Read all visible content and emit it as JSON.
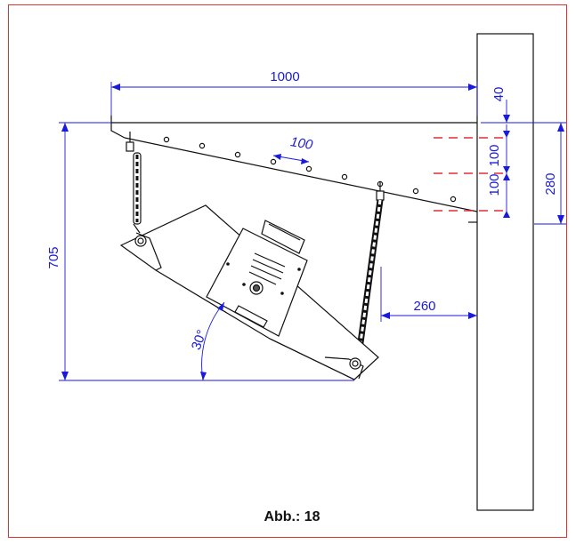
{
  "dimensions": {
    "width_total": "1000",
    "top_offset": "40",
    "spacing_slant": "100",
    "spacing_upper": "100",
    "spacing_lower": "100",
    "height_right": "280",
    "height_total": "705",
    "wall_distance": "260",
    "tilt_angle": "30°"
  },
  "caption": "Abb.: 18",
  "colors": {
    "dimension": "#1a1adc",
    "frame": "#e03030",
    "drawing": "#111111"
  }
}
